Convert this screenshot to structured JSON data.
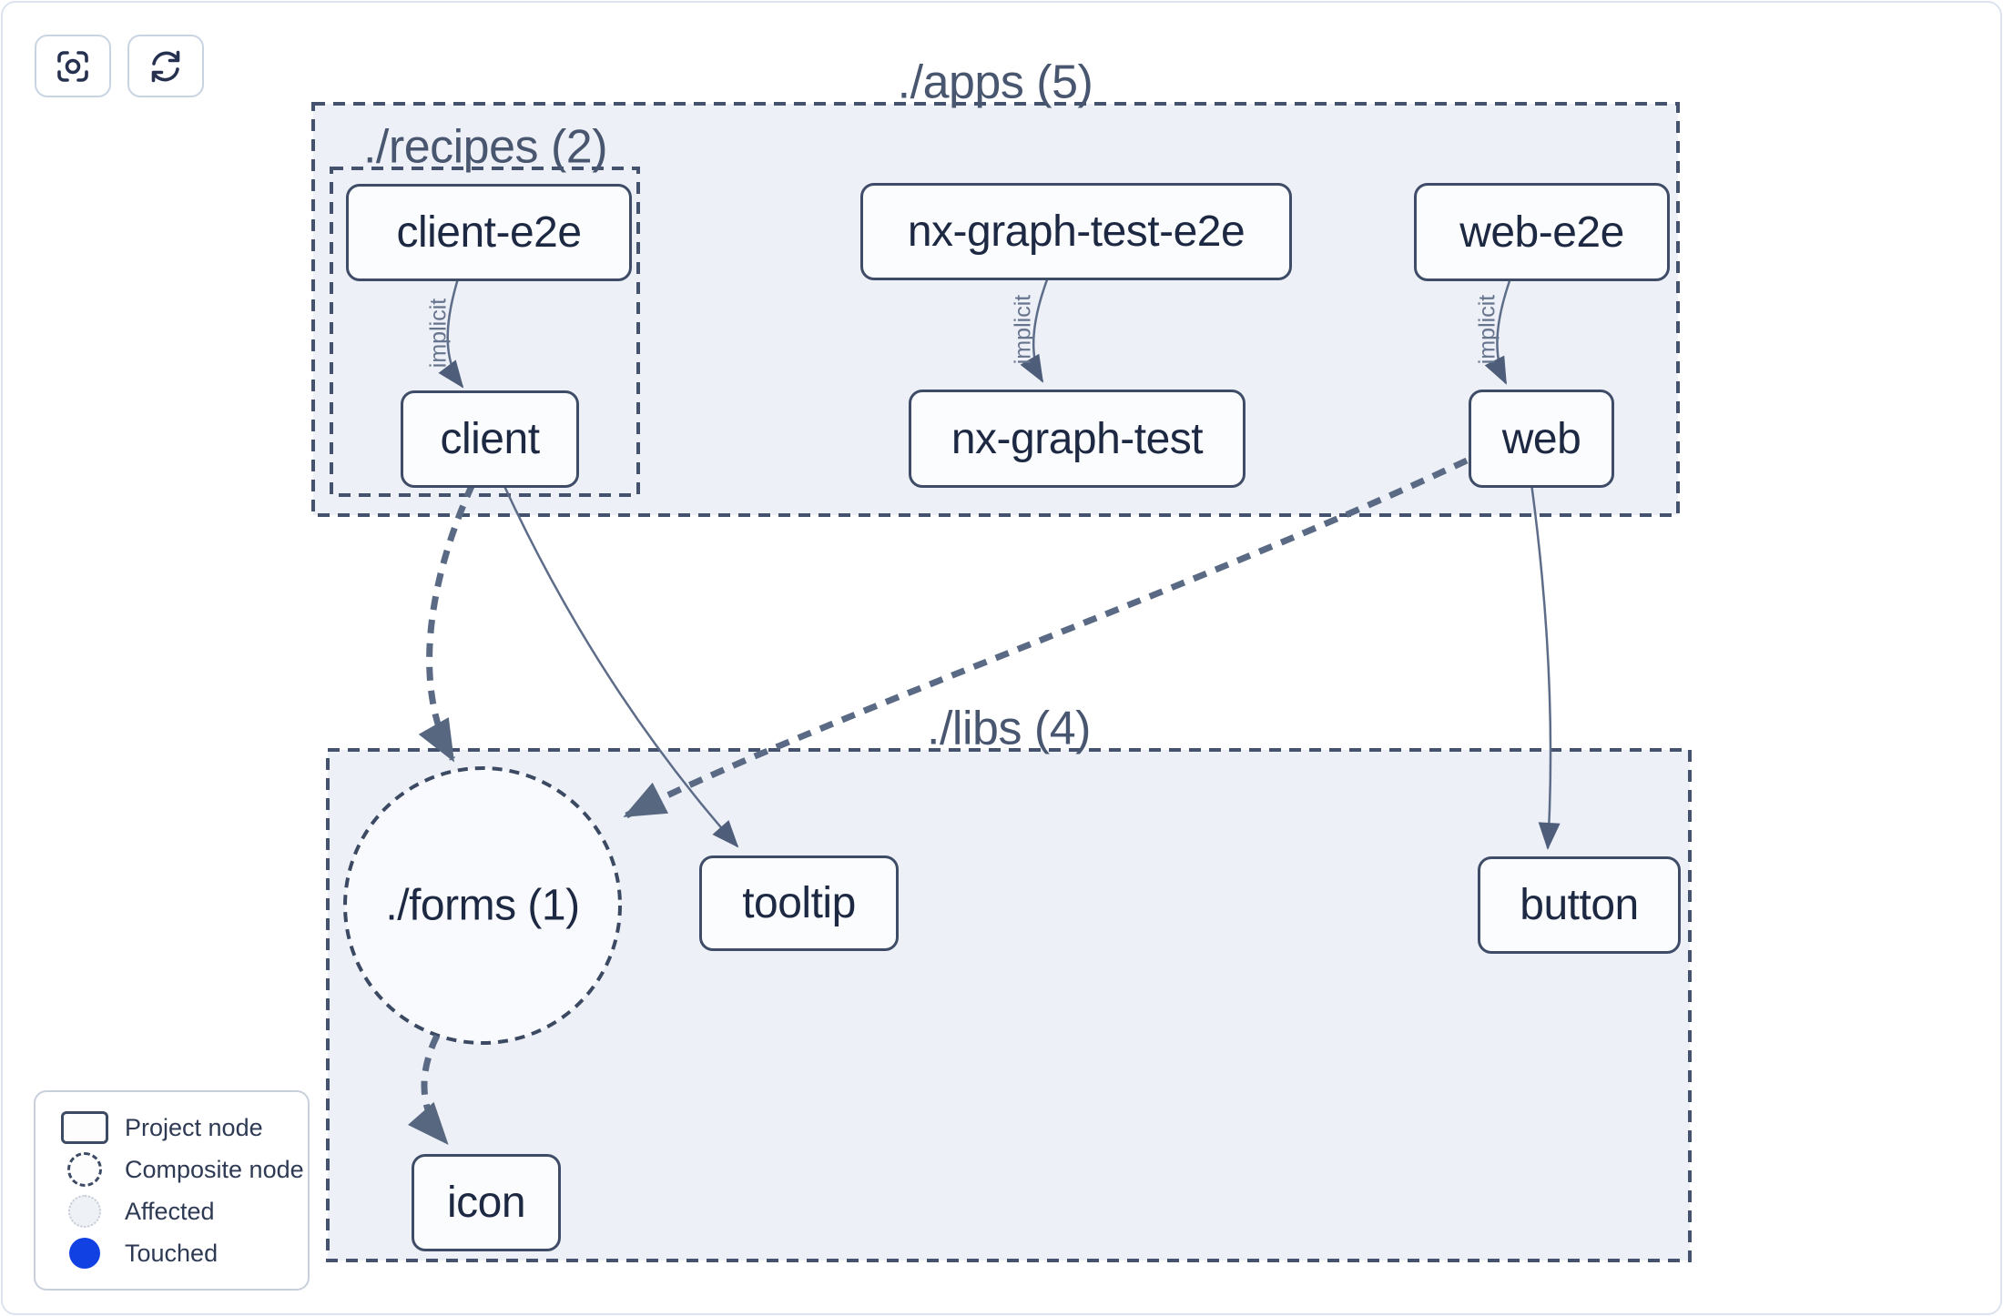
{
  "toolbar": {
    "focus_icon": "focus-crosshair",
    "refresh_icon": "refresh-arrows"
  },
  "graph": {
    "containers": [
      {
        "id": "apps",
        "label": "./apps (5)"
      },
      {
        "id": "recipes",
        "label": "./recipes (2)"
      },
      {
        "id": "libs",
        "label": "./libs (4)"
      }
    ],
    "composite": [
      {
        "id": "forms",
        "label": "./forms (1)"
      }
    ],
    "nodes": [
      {
        "id": "client-e2e",
        "label": "client-e2e"
      },
      {
        "id": "client",
        "label": "client"
      },
      {
        "id": "nx-graph-test-e2e",
        "label": "nx-graph-test-e2e"
      },
      {
        "id": "nx-graph-test",
        "label": "nx-graph-test"
      },
      {
        "id": "web-e2e",
        "label": "web-e2e"
      },
      {
        "id": "web",
        "label": "web"
      },
      {
        "id": "tooltip",
        "label": "tooltip"
      },
      {
        "id": "button",
        "label": "button"
      },
      {
        "id": "icon",
        "label": "icon"
      }
    ],
    "edges": [
      {
        "from": "client-e2e",
        "to": "client",
        "label": "implicit",
        "style": "thin"
      },
      {
        "from": "nx-graph-test-e2e",
        "to": "nx-graph-test",
        "label": "implicit",
        "style": "thin"
      },
      {
        "from": "web-e2e",
        "to": "web",
        "label": "implicit",
        "style": "thin"
      },
      {
        "from": "client",
        "to": "./forms (1)",
        "label": "",
        "style": "thick-dashed"
      },
      {
        "from": "client",
        "to": "tooltip",
        "label": "",
        "style": "thin"
      },
      {
        "from": "web",
        "to": "./forms (1)",
        "label": "",
        "style": "thick-dashed"
      },
      {
        "from": "web",
        "to": "button",
        "label": "",
        "style": "thin"
      },
      {
        "from": "./forms (1)",
        "to": "icon",
        "label": "",
        "style": "thick-dashed"
      }
    ]
  },
  "legend": {
    "items": [
      {
        "label": "Project node",
        "swatch": "rect-outline"
      },
      {
        "label": "Composite node",
        "swatch": "dashed-circle"
      },
      {
        "label": "Affected",
        "swatch": "dotted-light-circle"
      },
      {
        "label": "Touched",
        "swatch": "filled-blue-circle"
      }
    ]
  },
  "colors": {
    "container_fill": "#edf0f6",
    "dashed_border": "#45526e",
    "node_border": "#3e4c67",
    "node_text": "#1d2842",
    "edge": "#5a6a84",
    "touched_blue": "#1141e2"
  }
}
